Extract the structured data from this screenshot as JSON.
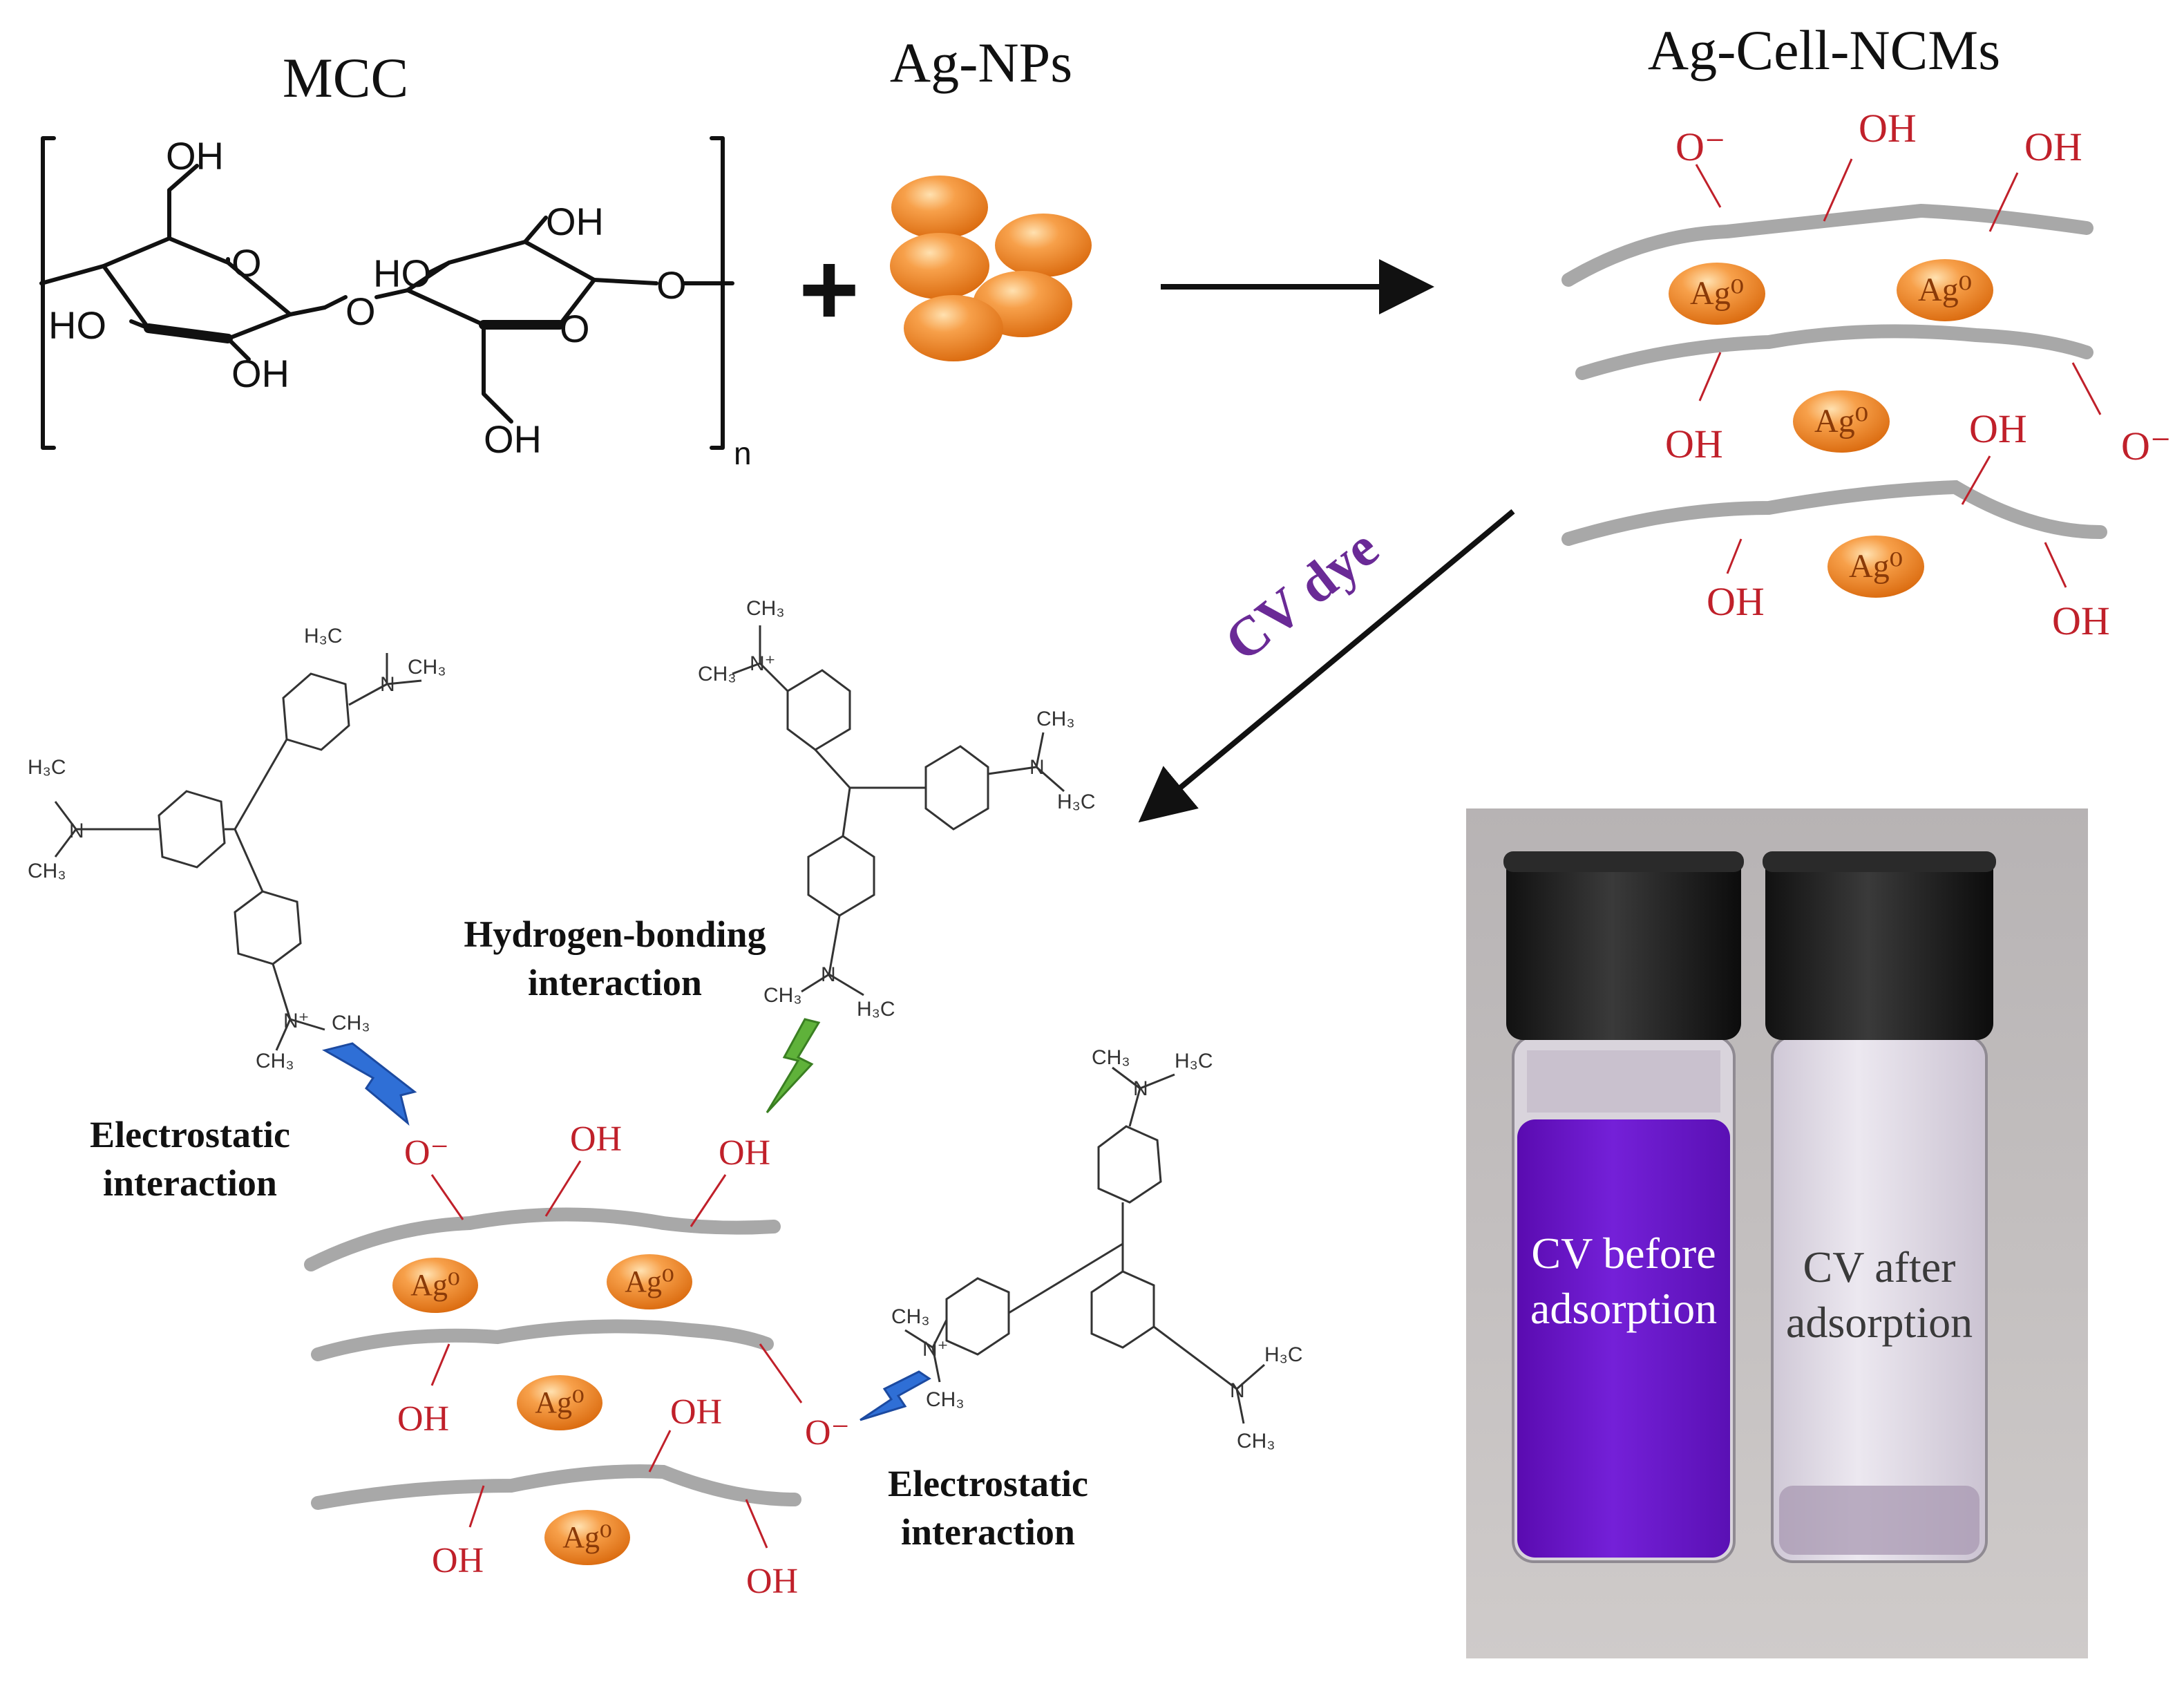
{
  "labels": {
    "mcc": "MCC",
    "agnps": "Ag-NPs",
    "product": "Ag-Cell-NCMs",
    "cv_dye": "CV dye",
    "plus": "+",
    "subscript_n": "n",
    "hbond_line1": "Hydrogen-bonding",
    "hbond_line2": "interaction",
    "electro_left_line1": "Electrostatic",
    "electro_left_line2": "interaction",
    "electro_right_line1": "Electrostatic",
    "electro_right_line2": "interaction"
  },
  "chem": {
    "oh": "OH",
    "ho": "HO",
    "o": "O",
    "o_minus": "O⁻",
    "ag0": "Ag⁰",
    "n_plus": "N⁺",
    "n": "N",
    "h3c": "H₃C",
    "ch3": "CH₃"
  },
  "photo": {
    "left_vial_line1": "CV before",
    "left_vial_line2": "adsorption",
    "right_vial_line1": "CV after",
    "right_vial_line2": "adsorption"
  },
  "colors": {
    "oh_red": "#c0202a",
    "chain_gray": "#a8a8a8",
    "ag_orange": "#f08a24",
    "cv_purple": "#6a2a96",
    "bolt_blue": "#2f6fd6",
    "bolt_green": "#5fb23a",
    "vial_purple": "#6a12c8"
  }
}
